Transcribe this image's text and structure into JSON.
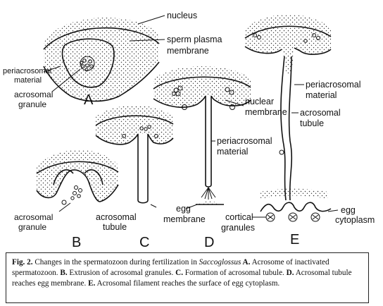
{
  "labels": {
    "nucleus": "nucleus",
    "sperm_plasma_membrane_1": "sperm plasma",
    "sperm_plasma_membrane_2": "membrane",
    "periacrosomal_a_1": "periacrosomal",
    "periacrosomal_a_2": "material",
    "acrosomal_granule_a_1": "acrosomal",
    "acrosomal_granule_a_2": "granule",
    "nuclear_membrane_1": "nuclear",
    "nuclear_membrane_2": "membrane",
    "periacrosomal_d_1": "periacrosomal",
    "periacrosomal_d_2": "material",
    "periacrosomal_e_1": "periacrosomal",
    "periacrosomal_e_2": "material",
    "acrosomal_tubule_e_1": "acrosomal",
    "acrosomal_tubule_e_2": "tubule",
    "acrosomal_granule_b_1": "acrosomal",
    "acrosomal_granule_b_2": "granule",
    "acrosomal_tubule_c_1": "acrosomal",
    "acrosomal_tubule_c_2": "tubule",
    "egg_membrane_1": "egg",
    "egg_membrane_2": "membrane",
    "cortical_granules_1": "cortical",
    "cortical_granules_2": "granules",
    "egg_cytoplasm_1": "egg",
    "egg_cytoplasm_2": "cytoplasm"
  },
  "panels": {
    "a": "A",
    "b": "B",
    "c": "C",
    "d": "D",
    "e": "E"
  },
  "caption": {
    "fig": "Fig. 2.",
    "intro": " Changes in the spermatozoon during fertilization in ",
    "genus": "Saccoglossus",
    "a_key": " A.",
    "a_text": " Acrosome of inactivated spermatozoon.",
    "b_key": " B.",
    "b_text": " Extrusion of acrosomal granules.",
    "c_key": " C.",
    "c_text": " Formation of acrosomal tubule.",
    "d_key": " D.",
    "d_text": " Acrosomal tubule reaches egg membrane.",
    "e_key": " E.",
    "e_text": " Acrosomal filament reaches the surface of egg cytoplasm."
  }
}
